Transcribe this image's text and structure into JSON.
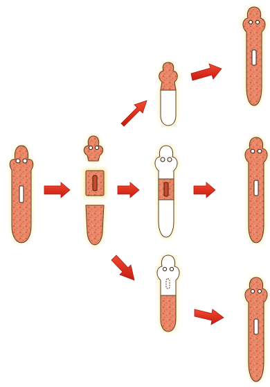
{
  "figure": {
    "background": "#ffffff",
    "colors": {
      "tissue": "#e9896a",
      "tissue_speckle": "#c84a2a",
      "outline": "#5a3a20",
      "glow": "#f6e27a",
      "new_tissue": "#ffffff",
      "arrow": "#e12a1a",
      "arrow_edge": "#b01a10"
    },
    "stages": [
      "intact-planarian",
      "cut-into-three-fragments",
      "regenerating-fragments",
      "fully-regenerated-planarians"
    ],
    "pathways": [
      {
        "fragment": "head",
        "regrows": "trunk-and-tail"
      },
      {
        "fragment": "trunk",
        "regrows": "head-and-tail"
      },
      {
        "fragment": "tail",
        "regrows": "head-and-trunk"
      }
    ]
  }
}
